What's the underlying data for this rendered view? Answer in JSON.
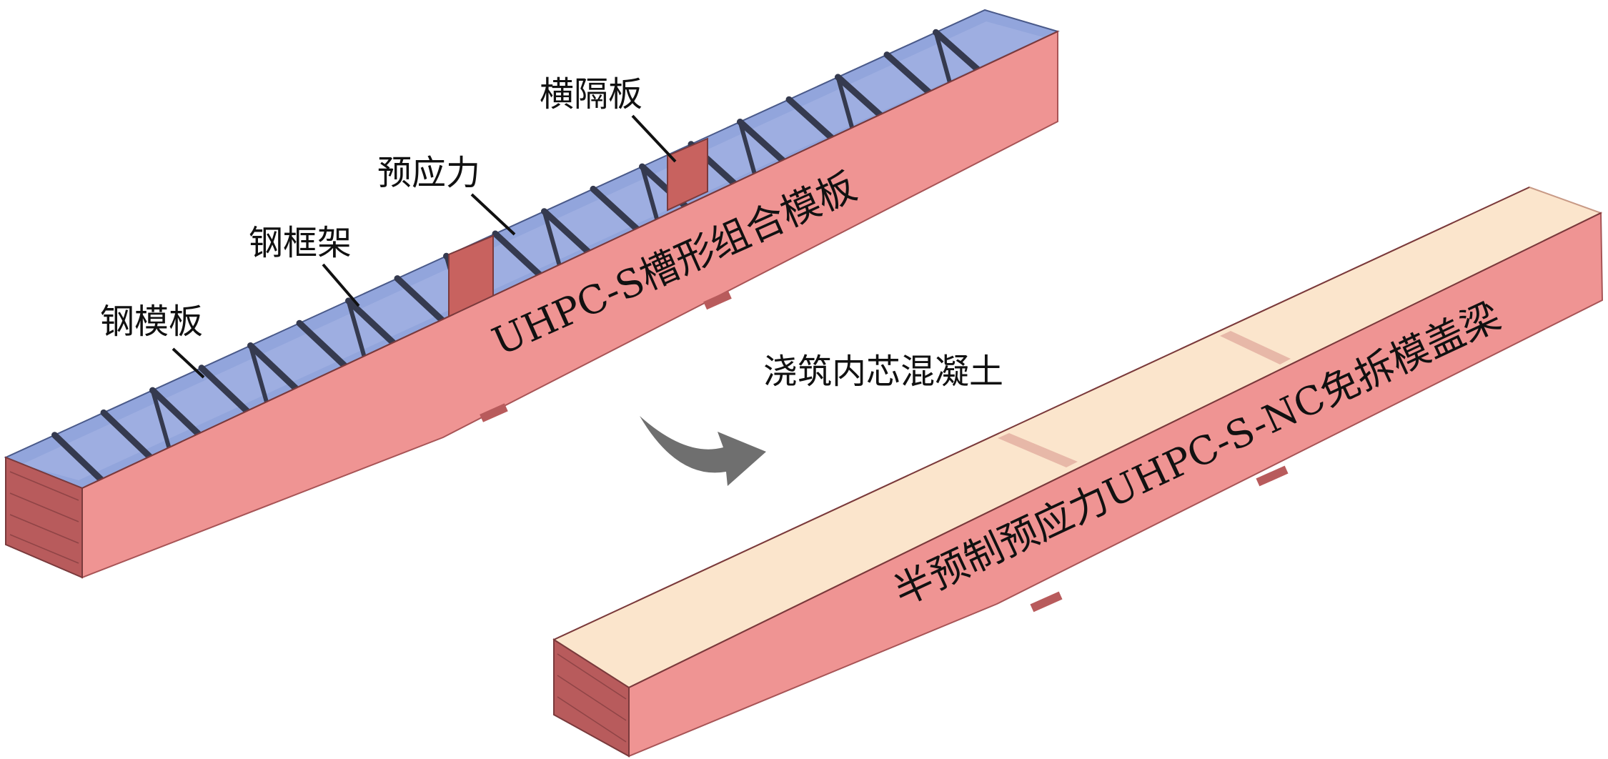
{
  "figure": {
    "left_beam": {
      "title": "UHPC-S槽形组合模板",
      "callouts": {
        "diaphragm": "横隔板",
        "prestress": "预应力",
        "steel_frame": "钢框架",
        "steel_formwork": "钢模板"
      }
    },
    "process_step": "浇筑内芯混凝土",
    "right_beam": {
      "title": "半预制预应力UHPC-S-NC免拆模盖梁"
    },
    "colors": {
      "uhpc_shell": "#ef9493",
      "uhpc_shell_dark": "#b85b5c",
      "steel_formwork": "#7f95d6",
      "steel_frame": "#353a4f",
      "concrete_core": "#fbe5cc",
      "arrow": "#6f6f6f"
    }
  }
}
